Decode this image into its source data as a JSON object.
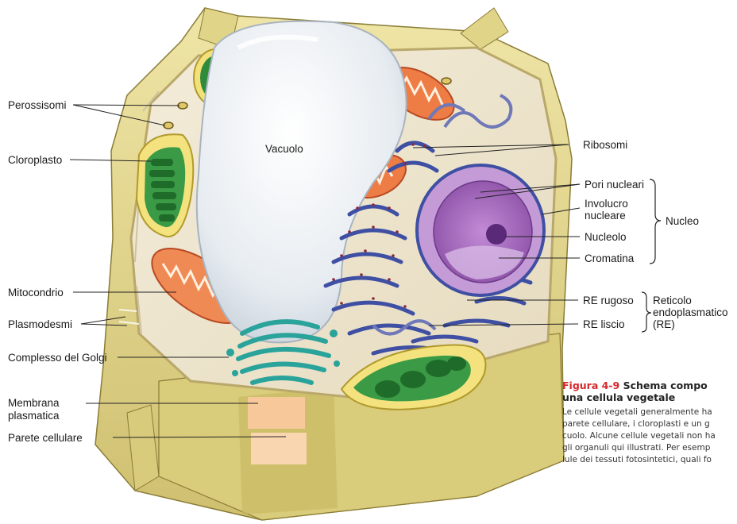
{
  "labels": {
    "perossisomi": "Perossisomi",
    "cloroplasto": "Cloroplasto",
    "vacuolo": "Vacuolo",
    "ribosomi": "Ribosomi",
    "pori_nucleari": "Pori nucleari",
    "involucro_1": "Involucro",
    "involucro_2": "nucleare",
    "nucleo": "Nucleo",
    "nucleolo": "Nucleolo",
    "cromatina": "Cromatina",
    "mitocondrio": "Mitocondrio",
    "plasmodesmi": "Plasmodesmi",
    "re_rugoso": "RE rugoso",
    "re_liscio": "RE liscio",
    "reticolo_1": "Reticolo",
    "reticolo_2": "endoplasmatico",
    "reticolo_3": "(RE)",
    "golgi": "Complesso del Golgi",
    "membrana_1": "Membrana",
    "membrana_2": "plasmatica",
    "parete": "Parete cellulare"
  },
  "caption": {
    "figure_number": "Figura  4-9",
    "title_line1": "Schema  compo",
    "title_line2": "una cellula vegetale",
    "body_lines": [
      "Le cellule vegetali generalmente ha",
      "parete cellulare, i cloroplasti e un g",
      "cuolo. Alcune cellule vegetali non ha",
      "gli organuli qui illustrati. Per esemp",
      "lule dei tessuti fotosintetici, quali fo"
    ]
  },
  "colors": {
    "caption_accent": "#d9262b",
    "cell_wall": "#e6d98a",
    "chloroplast": "#2e8b3a",
    "mitochondrion": "#e2603a",
    "nucleus": "#9b5fb4",
    "er": "#3f4fa3",
    "golgi": "#2aa39b",
    "vacuole": "#e9eef3"
  }
}
